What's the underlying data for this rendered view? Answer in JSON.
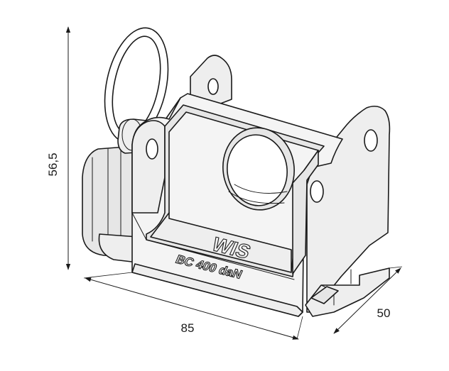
{
  "dimensions": {
    "height_label": "56,5",
    "width_label": "85",
    "depth_label": "50"
  },
  "engraving": {
    "brand": "WIS",
    "rating": "BC 400 daN"
  }
}
